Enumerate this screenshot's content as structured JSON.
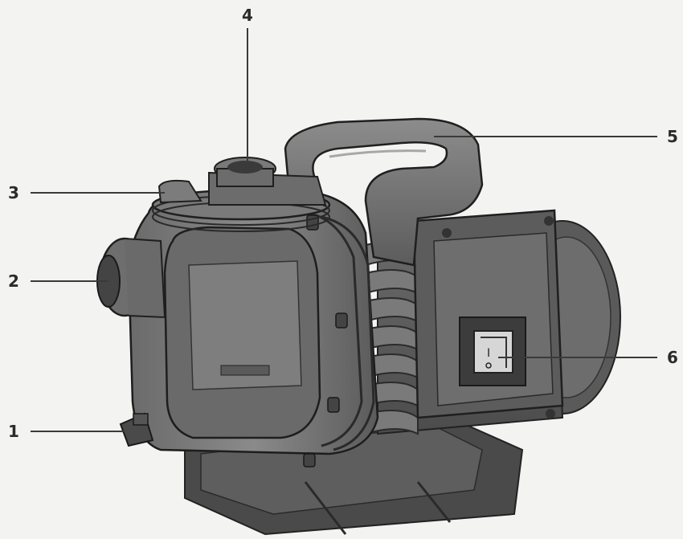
{
  "figure": {
    "subject": "garden pump",
    "callouts": [
      {
        "id": "1",
        "label": "1"
      },
      {
        "id": "2",
        "label": "2"
      },
      {
        "id": "3",
        "label": "3"
      },
      {
        "id": "4",
        "label": "4"
      },
      {
        "id": "5",
        "label": "5"
      },
      {
        "id": "6",
        "label": "6"
      }
    ]
  }
}
